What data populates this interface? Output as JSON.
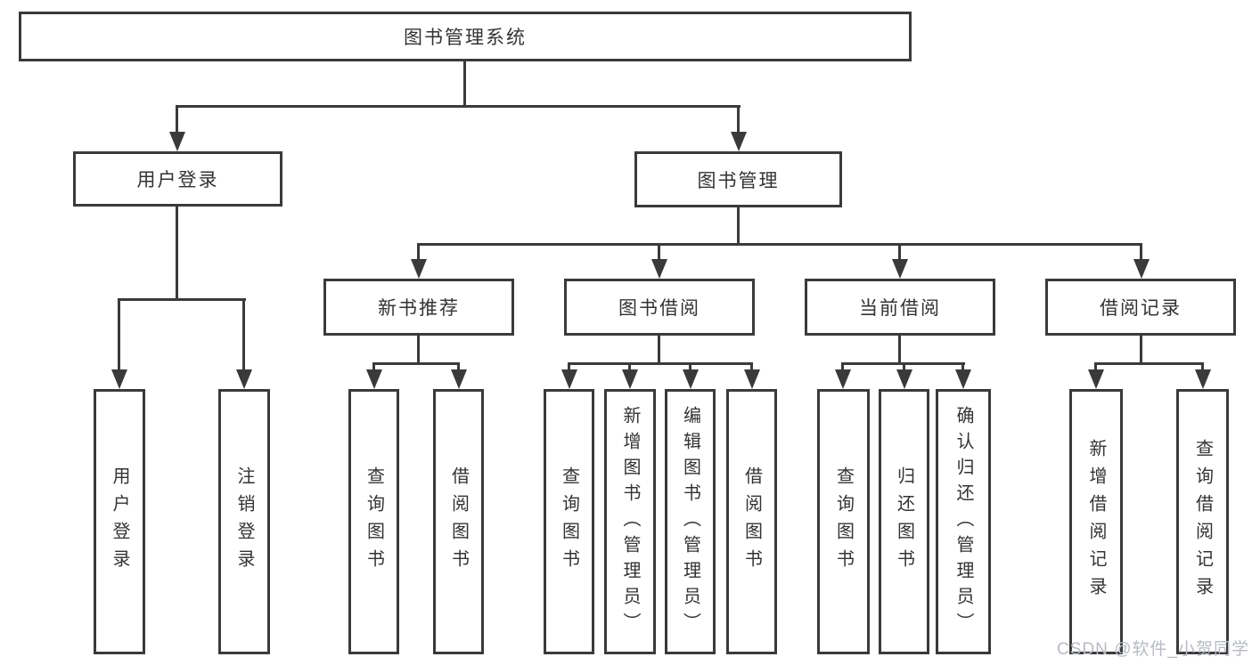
{
  "diagram_type": "hierarchy-tree",
  "nodes": {
    "root": "图书管理系统",
    "user_login": "用户登录",
    "book_mgmt": "图书管理",
    "new_book_rec": "新书推荐",
    "book_borrow": "图书借阅",
    "current_borrow": "当前借阅",
    "borrow_records": "借阅记录",
    "leaf_user_login": "用户登录",
    "leaf_logout": "注销登录",
    "leaf_query_books_1": "查询图书",
    "leaf_borrow_books_1": "借阅图书",
    "leaf_query_books_2": "查询图书",
    "leaf_add_book": "新增图书（管理员）",
    "leaf_edit_book": "编辑图书（管理员）",
    "leaf_borrow_books_2": "借阅图书",
    "leaf_query_books_3": "查询图书",
    "leaf_return_book": "归还图书",
    "leaf_confirm_return": "确认归还（管理员）",
    "leaf_add_borrow_record": "新增借阅记录",
    "leaf_query_borrow_record": "查询借阅记录"
  },
  "hierarchy": {
    "图书管理系统": [
      "用户登录",
      "图书管理"
    ],
    "用户登录": [
      "用户登录",
      "注销登录"
    ],
    "图书管理": [
      "新书推荐",
      "图书借阅",
      "当前借阅",
      "借阅记录"
    ],
    "新书推荐": [
      "查询图书",
      "借阅图书"
    ],
    "图书借阅": [
      "查询图书",
      "新增图书（管理员）",
      "编辑图书（管理员）",
      "借阅图书"
    ],
    "当前借阅": [
      "查询图书",
      "归还图书",
      "确认归还（管理员）"
    ],
    "借阅记录": [
      "新增借阅记录",
      "查询借阅记录"
    ]
  },
  "watermark": "CSDN @软件_小贺同学",
  "colors": {
    "background": "#ffffff",
    "line": "#3a3a3a",
    "text": "#333333",
    "watermark": "#b7bbc2"
  }
}
